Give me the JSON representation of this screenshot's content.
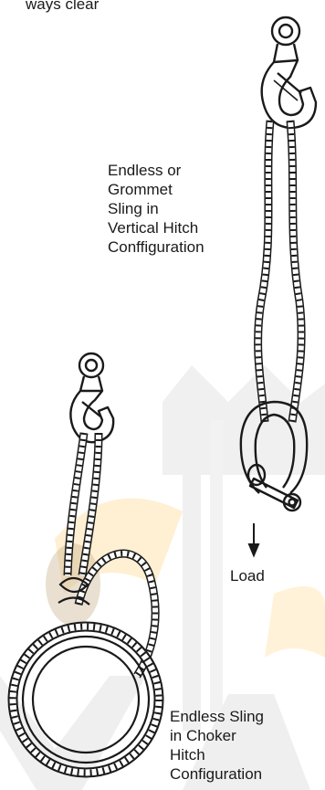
{
  "header": {
    "text": "ways clear"
  },
  "labels": {
    "vertical": "Endless or\nGrommet\nSling in\nVertical Hitch\nConffiguration",
    "load": "Load",
    "choker": "Endless Sling\nin Choker\nHitch\nConfiguration"
  },
  "illustration": {
    "parts": [
      "hook-icon",
      "endless-sling-vertical",
      "shackle-icon",
      "load-arrow-icon",
      "hook-icon",
      "endless-sling-choker",
      "pipe-load-icon"
    ]
  },
  "colors": {
    "line": "#1a1a1a",
    "watermark_gray": "#ebebeb",
    "watermark_orange": "#fff0d4",
    "watermark_yellow": "#fff6dc",
    "stain": "#bfa77a"
  }
}
